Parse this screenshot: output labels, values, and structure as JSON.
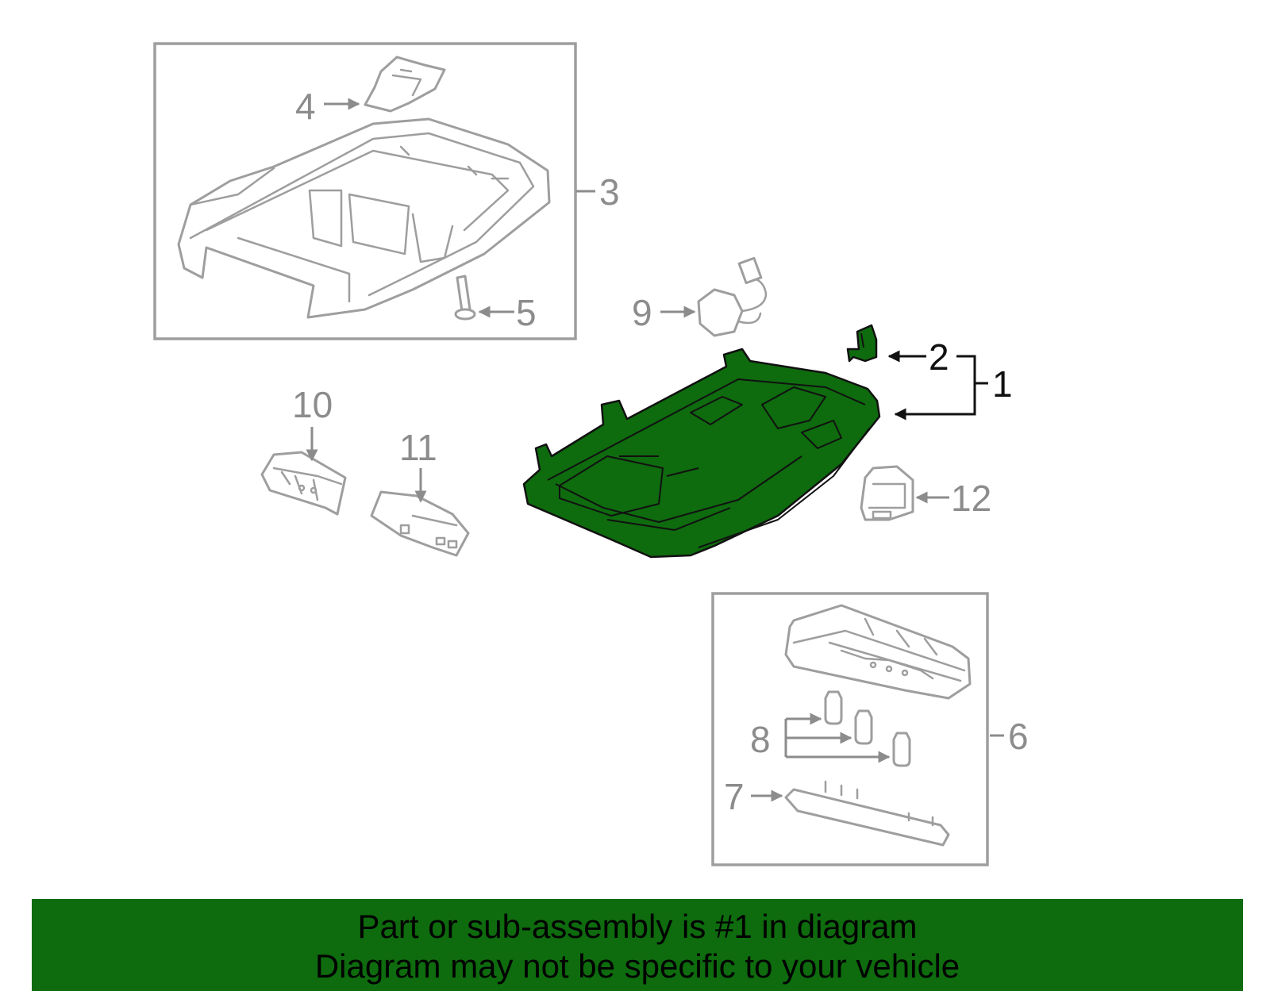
{
  "colors": {
    "highlight": "#0e6b0e",
    "banner": "#0e6b0e",
    "part_gray": "#9e9e9e",
    "label_gray": "#8c8c8c",
    "active_label": "#111111"
  },
  "callouts": [
    {
      "id": "1",
      "label": "1",
      "active": true
    },
    {
      "id": "2",
      "label": "2",
      "active": true
    },
    {
      "id": "3",
      "label": "3",
      "active": false
    },
    {
      "id": "4",
      "label": "4",
      "active": false
    },
    {
      "id": "5",
      "label": "5",
      "active": false
    },
    {
      "id": "6",
      "label": "6",
      "active": false
    },
    {
      "id": "7",
      "label": "7",
      "active": false
    },
    {
      "id": "8",
      "label": "8",
      "active": false
    },
    {
      "id": "9",
      "label": "9",
      "active": false
    },
    {
      "id": "10",
      "label": "10",
      "active": false
    },
    {
      "id": "11",
      "label": "11",
      "active": false
    },
    {
      "id": "12",
      "label": "12",
      "active": false
    }
  ],
  "banner": {
    "line1": "Part or sub-assembly is #1 in diagram",
    "line2": "Diagram may not be specific to your vehicle"
  }
}
